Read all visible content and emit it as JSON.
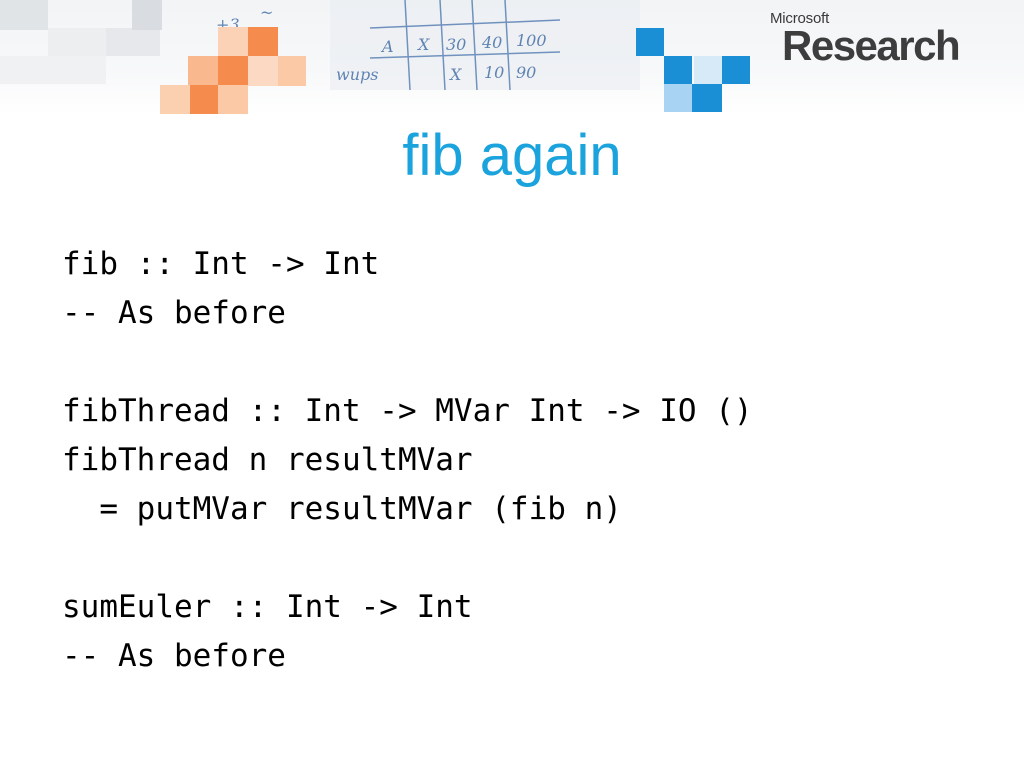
{
  "logo": {
    "company": "Microsoft",
    "division": "Research"
  },
  "slide": {
    "title": "fib again",
    "code_lines": [
      "fib :: Int -> Int",
      "-- As before",
      "",
      "fibThread :: Int -> MVar Int -> IO ()",
      "fibThread n resultMVar",
      "  = putMVar resultMVar (fib n)",
      "",
      "sumEuler :: Int -> Int",
      "-- As before"
    ]
  },
  "colors": {
    "title": "#1aa3dc",
    "orange_squares": "#f58b4c",
    "blue_squares": "#1a8fd6",
    "logo_text": "#3d3d3d"
  }
}
